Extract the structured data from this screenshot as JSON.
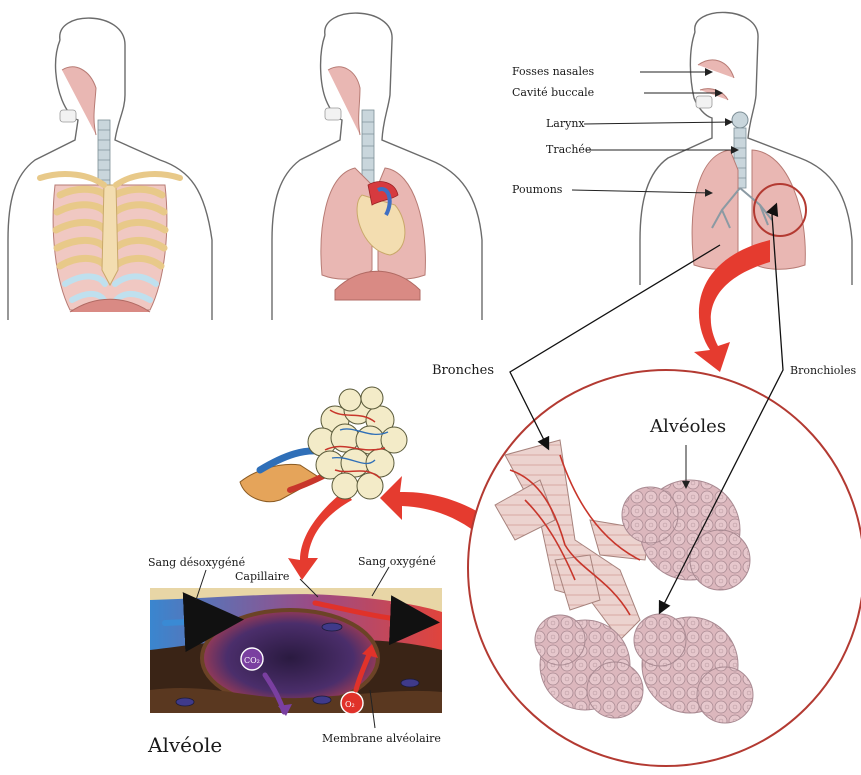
{
  "labels": {
    "fosses_nasales": "Fosses nasales",
    "cavite_buccale": "Cavité buccale",
    "larynx": "Larynx",
    "trachee": "Trachée",
    "poumons": "Poumons",
    "bronches": "Bronches",
    "bronchioles": "Bronchioles",
    "alveoles": "Alvéoles",
    "sang_desoxygene": "Sang désoxygéné",
    "capillaire": "Capillaire",
    "sang_oxygene": "Sang oxygéné",
    "alveole": "Alvéole",
    "membrane": "Membrane alvéolaire",
    "co2": "CO₂",
    "o2": "O₂"
  },
  "colors": {
    "skin_outline": "#6b6b6b",
    "lung_pink": "#e9b7b3",
    "lung_dark": "#d9928d",
    "rib_cream": "#f3ddb0",
    "rib_blue": "#bfe0ee",
    "trachea": "#c9d6dc",
    "arrow_red": "#e53b2f",
    "circle_red": "#b33a32",
    "alveoli_pink": "#d9b1b6",
    "bronchi": "#e7c9c4",
    "vessel_red": "#c8362b",
    "blood_blue": "#2e7dc4",
    "co2_purple": "#7a3fa0",
    "membrane_brown": "#6b4326",
    "cell_tan": "#e8d6a6"
  }
}
